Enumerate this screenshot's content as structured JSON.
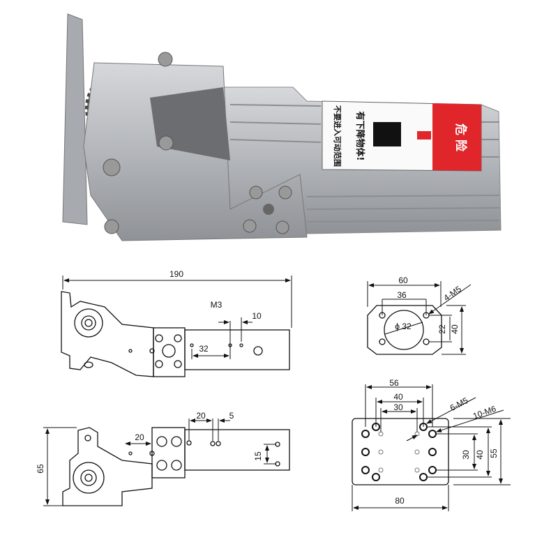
{
  "product_photo": {
    "warning_label": {
      "header": "危 险",
      "line1": "有下降物体!",
      "line2": "不要进入可动范围"
    },
    "colors": {
      "label_red": "#e0262b",
      "aluminum": "#b9bcc0",
      "dark_metal": "#6d6f72"
    }
  },
  "side_view": {
    "overall_length": "190",
    "thread": "M3",
    "hole_spacing": "10",
    "offset": "32"
  },
  "front_view": {
    "height": "65",
    "spacing_a": "20",
    "spacing_b": "5",
    "spacing_c": "20",
    "vertical_spacing": "15"
  },
  "flange_view": {
    "width": "60",
    "hole_spacing": "36",
    "holes": "4-M5",
    "bore": "ϕ 32",
    "inner_height": "22",
    "height": "40"
  },
  "base_plate_view": {
    "span_56": "56",
    "span_40": "40",
    "span_30": "30",
    "holes_m5": "6-M5",
    "holes_m6": "10-M6",
    "v_30": "30",
    "v_40": "40",
    "v_55": "55",
    "width": "80"
  }
}
